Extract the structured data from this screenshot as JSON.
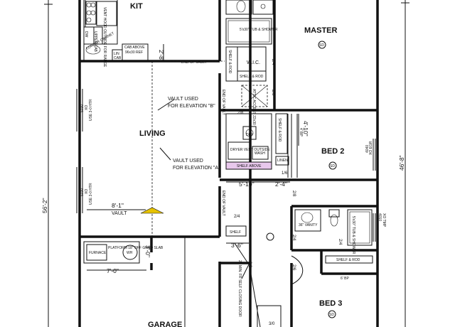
{
  "rooms": {
    "kit": "KIT",
    "master": "MASTER",
    "living": "LIVING",
    "bed2": "BED 2",
    "bed3": "BED 3",
    "garage": "GARAGE"
  },
  "labels": {
    "dw_cab": "DW",
    "upper_cab": "UPPER CAB",
    "vent_hood": "VENT HOOD OUTSIDE FOR RANGE",
    "cab_above": "CAB ABOVE",
    "cab_size": "96x30 REF",
    "lin_cab_a": "LIN",
    "lin_cab_b": "CAB",
    "cab_left_a": "CAB",
    "cab_left_b": "CAB",
    "corner_cab": "CORNER CABINET",
    "tub_shower_master": "5'x30\" TUB & SHOWER",
    "wic": "W.I.C.",
    "shelf_rod_v": "SHELF & ROD",
    "shelf_rod_h": "SHELF & ROD",
    "attic_access": "ATTIC ACCESS 22x30",
    "end_of_vault_1": "END OF VAULT",
    "end_of_vault_2": "END OF VAULT",
    "end_of_vault_3": "END OF VAULT",
    "vault_b": "VAULT USED",
    "vault_b2": "FOR ELEVATION \"B\"",
    "vault_a": "VAULT USED",
    "vault_a2": "FOR ELEVATION \"A\"",
    "window_5030_a": "5030",
    "window_5030_a_sub": "XO",
    "window_5030_a_note": "USE 3-0 HTR",
    "window_5030_b": "5030",
    "window_5030_b_sub": "XO",
    "window_5030_b_note": "USE 3-0 HTR",
    "dryer_vent": "DRYER VENT OUTSIDE",
    "wash": "WASH",
    "dry": "DRY",
    "shelf_above": "SHELF ABOVE",
    "linen": "LINEN",
    "shelf_rod_bed2": "SHELF & ROD",
    "bp_4": "4' BP",
    "window_4040": "4040",
    "window_4040_sub": "XO EGR",
    "vanity": "36\" VANITY",
    "tub_shower_bath2": "5'x30\" TUB & SHOWER",
    "window_4010": "4010",
    "window_4010_sub": "XO TMP",
    "shelf_rod_bed3": "SHELF & ROD",
    "bp_6": "6' BP",
    "shelf": "SHELF",
    "self_closing": "20 MIN. FR SELF CLOSING DOOR",
    "furnace": "FURNACE",
    "platform": "PLATFORM 18\" OFF GRND SLAB",
    "wh": "WH",
    "vault_label": "VAULT",
    "sd": "SD"
  },
  "doors": {
    "d_24_a": "2/4",
    "d_24_b": "2/4",
    "d_28_a": "2/8",
    "d_28_b": "2/8",
    "d_28_c": "2/8",
    "d_16": "1/6",
    "d_28_d": "2/8",
    "d_24_c": "2/4",
    "d_24_d": "2/4",
    "d_28_e": "2/8",
    "d_26": "2/6",
    "d_30": "3/0"
  },
  "dimensions": {
    "d_2_8": "2'-8\"",
    "d_5_10": "5'-10\"",
    "d_2_4": "2'-4\"",
    "d_4_10": "4'-10\"",
    "d_8_1": "8'-1\"",
    "d_3_6": "3'-6\"",
    "d_3_0": "3'-0\"",
    "d_7_0": "7'-0\"",
    "d_56_2": "56'-2\"",
    "d_46_8": "46'-8\""
  }
}
